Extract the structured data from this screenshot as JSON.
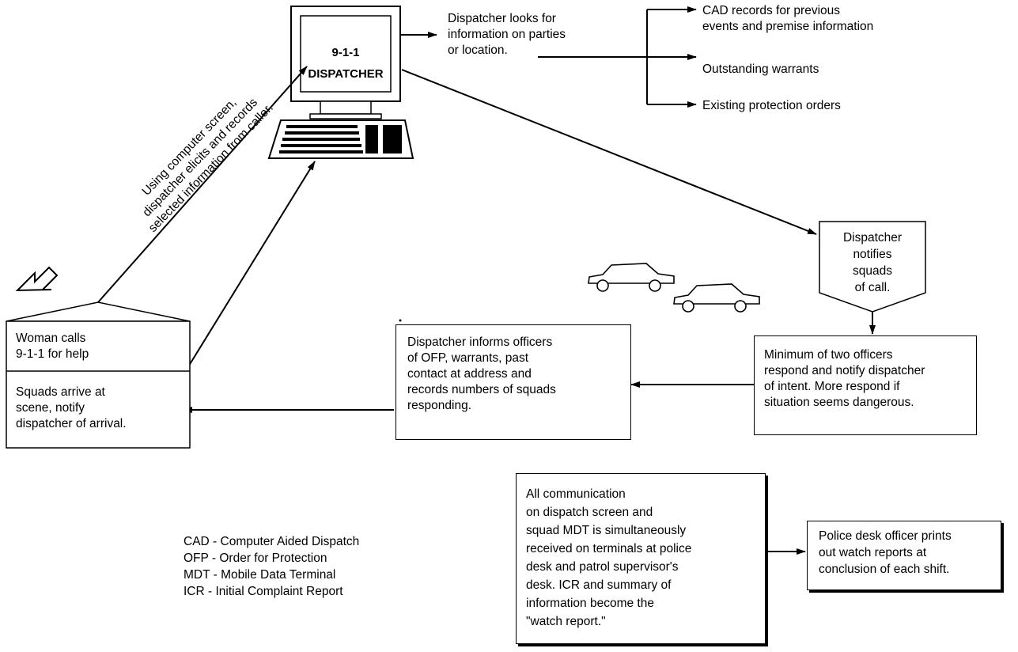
{
  "dispatcher": {
    "line1": "9-1-1",
    "line2": "DISPATCHER"
  },
  "lookup": {
    "lines": [
      "Dispatcher looks for",
      "information on parties",
      "or location."
    ]
  },
  "sources": [
    [
      "CAD records for previous",
      "events and premise information"
    ],
    [
      "Outstanding warrants"
    ],
    [
      "Existing protection orders"
    ]
  ],
  "elicit": {
    "lines": [
      "Using computer screen,",
      "dispatcher elicits and records",
      "selected information from caller."
    ]
  },
  "notify_squads": {
    "lines": [
      "Dispatcher",
      "notifies",
      "squads",
      "of call."
    ]
  },
  "house": {
    "top": [
      "Woman calls",
      "9-1-1 for help"
    ],
    "bottom": [
      "Squads arrive at",
      "scene, notify",
      "dispatcher of arrival."
    ]
  },
  "inform": {
    "lines": [
      "Dispatcher informs officers",
      "of OFP, warrants, past",
      "contact at address and",
      "records numbers of squads",
      "responding."
    ]
  },
  "respond": {
    "lines": [
      "Minimum of two officers",
      "respond and notify dispatcher",
      "of intent.  More respond if",
      "situation seems dangerous."
    ]
  },
  "communication": {
    "lines": [
      "All communication",
      "on dispatch screen and",
      "squad MDT is simultaneously",
      "received on terminals at police",
      "desk and patrol supervisor's",
      "desk.  ICR and summary of",
      "information become the",
      "\"watch report.\""
    ]
  },
  "desk_officer": {
    "lines": [
      "Police desk officer prints",
      "out watch reports at",
      "conclusion of each shift."
    ]
  },
  "legend": [
    "CAD - Computer Aided Dispatch",
    "OFP - Order for Protection",
    "MDT - Mobile Data Terminal",
    "ICR - Initial Complaint Report"
  ]
}
